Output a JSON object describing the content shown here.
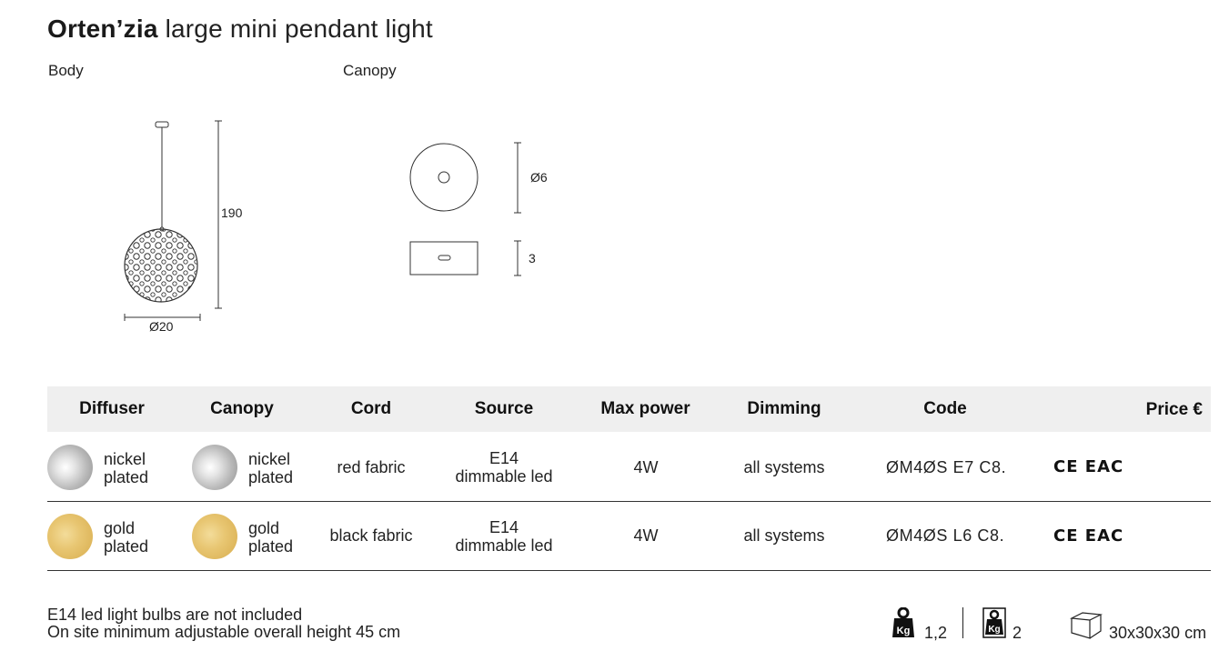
{
  "header": {
    "product_name": "Orten’zia",
    "product_desc": "large mini pendant light"
  },
  "sections": {
    "body_label": "Body",
    "canopy_label": "Canopy"
  },
  "dimensions": {
    "body_height": "190",
    "body_diameter": "Ø20",
    "canopy_diameter": "Ø6",
    "canopy_height": "3"
  },
  "table": {
    "headers": {
      "diffuser": "Diffuser",
      "canopy": "Canopy",
      "cord": "Cord",
      "source": "Source",
      "max_power": "Max power",
      "dimming": "Dimming",
      "code": "Code",
      "price": "Price €"
    },
    "rows": [
      {
        "diffuser_l1": "nickel",
        "diffuser_l2": "plated",
        "canopy_l1": "nickel",
        "canopy_l2": "plated",
        "cord": "red fabric",
        "source_l1": "E14",
        "source_l2": "dimmable led",
        "max_power": "4W",
        "dimming": "all systems",
        "code": "ØM4ØS E7 C8.",
        "cert": "CE EAC",
        "swatch_color": "#b9b9b9"
      },
      {
        "diffuser_l1": "gold",
        "diffuser_l2": "plated",
        "canopy_l1": "gold",
        "canopy_l2": "plated",
        "cord": "black fabric",
        "source_l1": "E14",
        "source_l2": "dimmable led",
        "max_power": "4W",
        "dimming": "all systems",
        "code": "ØM4ØS L6 C8.",
        "cert": "CE EAC",
        "swatch_color": "#e0bb62"
      }
    ]
  },
  "notes": {
    "line1": "E14 led light bulbs are not included",
    "line2": "On site minimum adjustable overall height 45 cm"
  },
  "footer": {
    "net_weight": "1,2",
    "gross_weight": "2",
    "package_size": "30x30x30 cm",
    "weight_icon_text": "Kg"
  }
}
